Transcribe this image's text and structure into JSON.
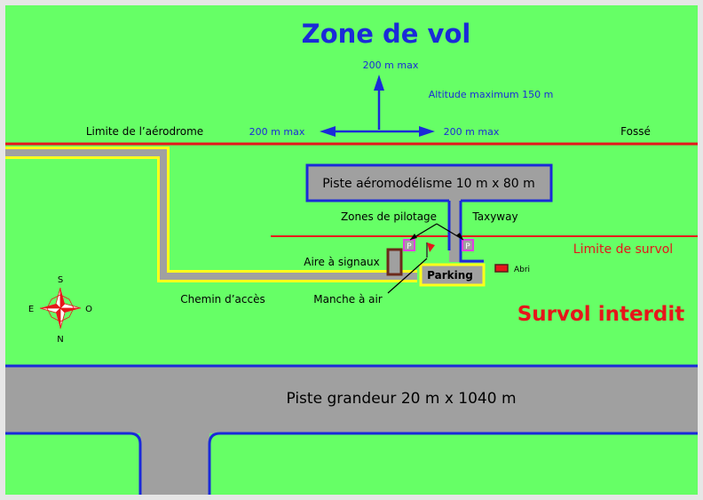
{
  "colors": {
    "grass": "#66ff66",
    "runway": "#a0a0a0",
    "border_blue": "#1a2bd8",
    "limit_red": "#e6161a",
    "path_yellow": "#ffff1a",
    "title_blue": "#1a2bd8",
    "forbidden_red": "#e6161a",
    "marker_magenta": "#e040e0"
  },
  "labels": {
    "zone_de_vol": "Zone de vol",
    "max_up": "200 m max",
    "altitude_max": "Altitude maximum 150 m",
    "max_left": "200 m max",
    "max_right": "200 m max",
    "limite_aerodrome": "Limite de l’aérodrome",
    "fosse": "Fossé",
    "piste_aeromodelisme": "Piste aéromodélisme 10 m x 80 m",
    "zones_pilotage": "Zones de pilotage",
    "taxyway": "Taxyway",
    "limite_survol": "Limite de survol",
    "aire_signaux": "Aire à signaux",
    "parking": "Parking",
    "abri": "Abri",
    "chemin_acces": "Chemin d’accès",
    "manche_air": "Manche à air",
    "survol_interdit": "Survol interdit",
    "piste_grandeur": "Piste grandeur 20 m x 1040 m",
    "pilot_marker": "P"
  },
  "compass": {
    "north": "N",
    "south": "S",
    "east": "E",
    "west": "O"
  }
}
